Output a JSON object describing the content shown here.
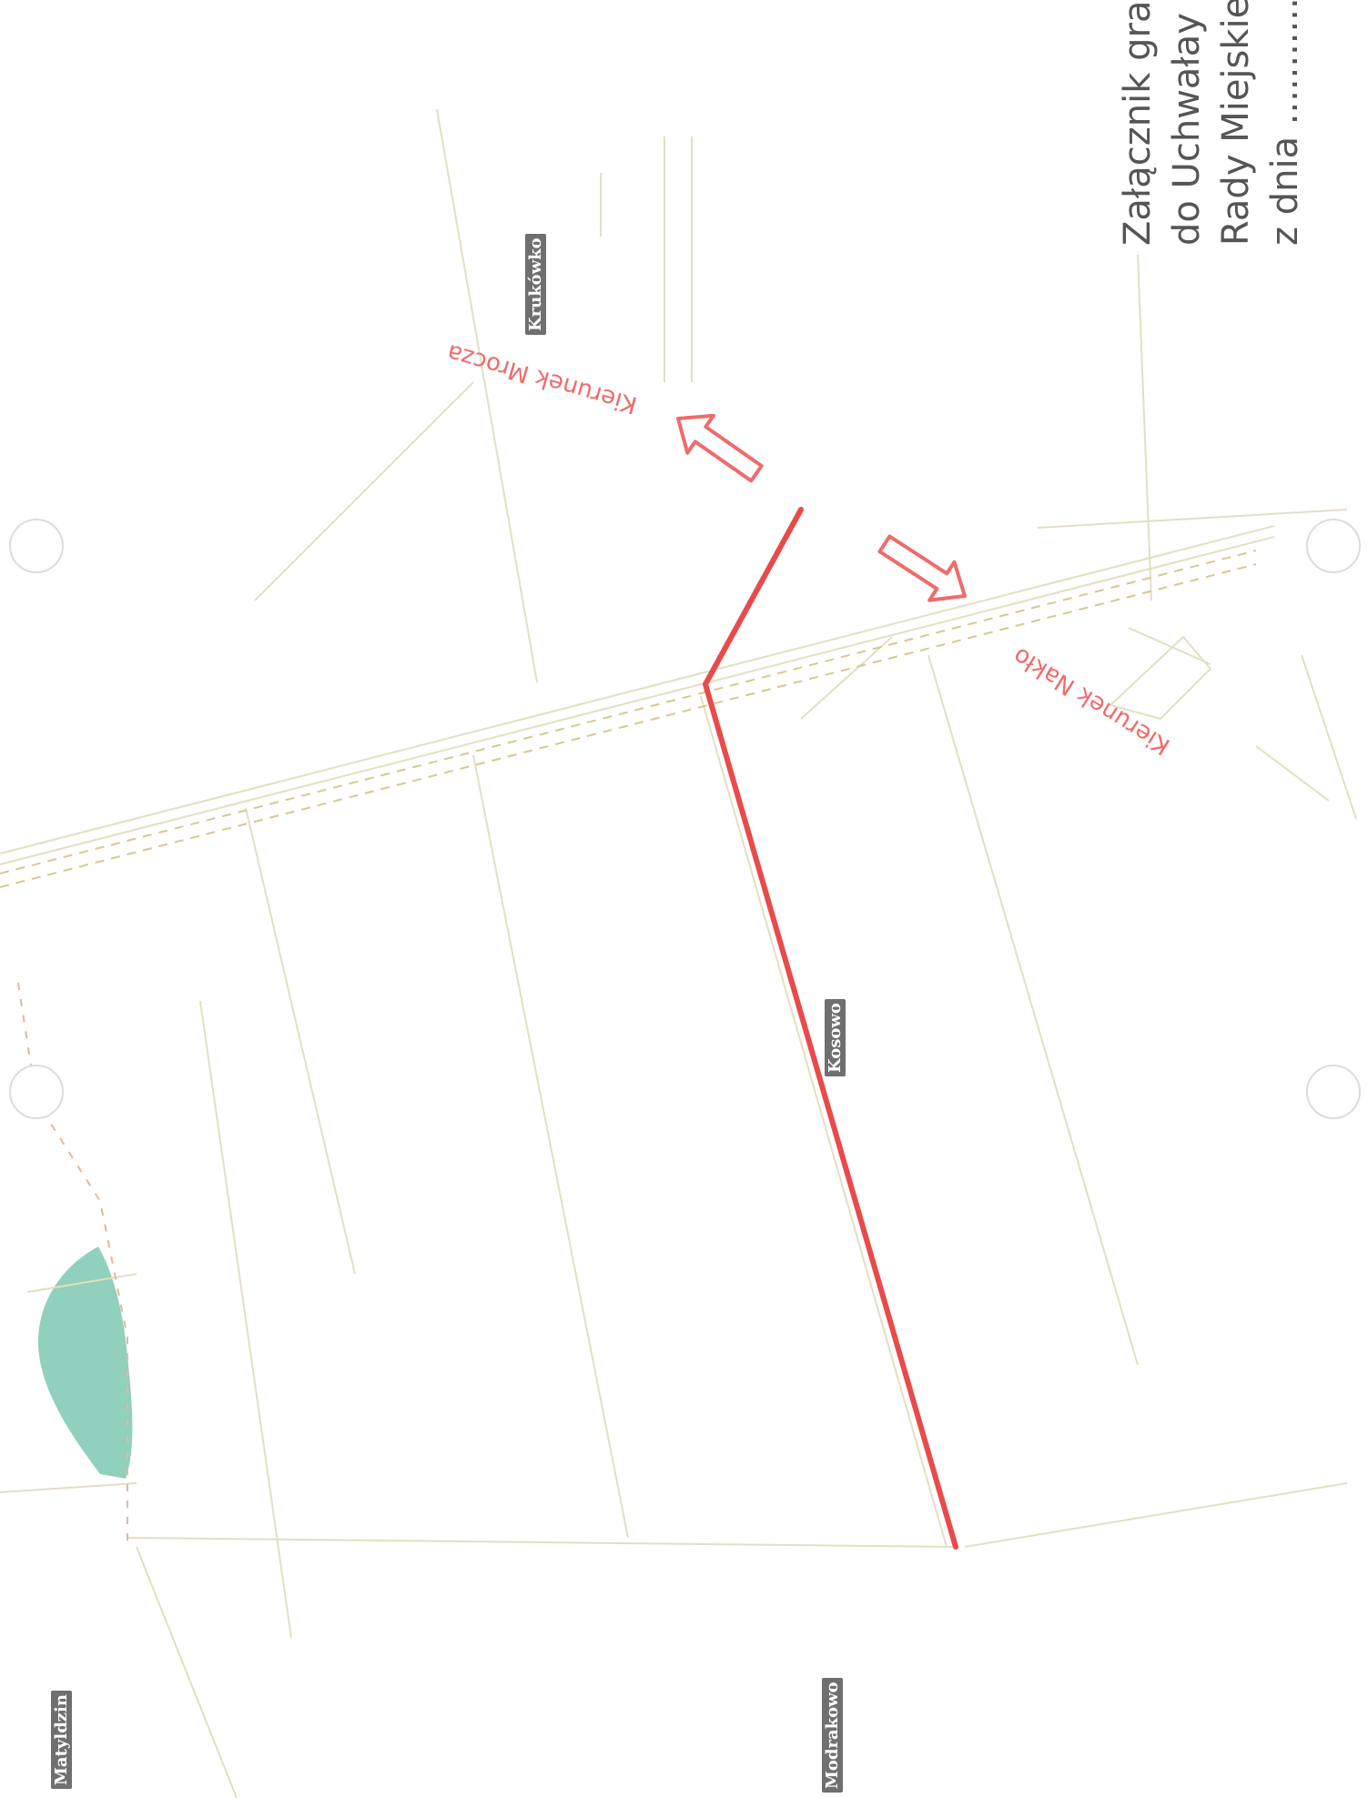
{
  "header": {
    "line1": "Załącznik gra",
    "line2": "do Uchwałay",
    "line3": "Rady Miejskie",
    "line4": "z dnia ..............."
  },
  "places": {
    "krukowko": "Krukówko",
    "kosowo": "Kosowo",
    "matyldzin": "Matyldzin",
    "modrakowo": "Modrakowo"
  },
  "directions": {
    "mrocza": "Kierunek Mrocza",
    "naklo": "Kierunek Nakło"
  },
  "colors": {
    "route": "#e94a4a",
    "arrow": "#ef6b6b",
    "parcel": "#e4e1c4",
    "road": "#ddd3a8",
    "water": "#6fbfa8"
  }
}
